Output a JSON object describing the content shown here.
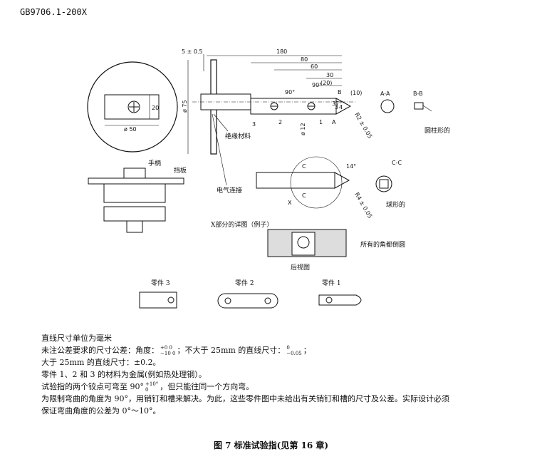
{
  "header": {
    "doc_code": "GB9706.1-200X"
  },
  "drawing": {
    "dim_thickness": "5 ± 0.5",
    "dim_180": "180",
    "dim_80": "80",
    "dim_60": "60",
    "dim_30": "30",
    "dim_20_paren": "(20)",
    "dim_10_paren": "(10)",
    "angle_90_a": "90°",
    "angle_90_b": "90°",
    "dim_phi75": "ø 75",
    "dim_phi50": "ø 50",
    "dim_20": "20",
    "dim_phi12": "ø 12",
    "dim_4": "4",
    "dim_3": "3",
    "radius_2": "R2 ± 0.05",
    "radius_4": "R4 ± 0.05",
    "angle_37": "37°",
    "angle_14": "14°",
    "section_aa": "A-A",
    "section_bb": "B-B",
    "section_cc": "C-C",
    "mark_a": "A",
    "mark_b": "B",
    "mark_c": "C",
    "mark_x": "X",
    "part_num_1": "1",
    "part_num_2": "2",
    "part_num_3": "3",
    "label_insulating": "绝缘材料",
    "label_handle": "手柄",
    "label_guard": "挡板",
    "label_electrical": "电气连接",
    "label_cylindrical": "圆柱形的",
    "label_spherical": "球形的",
    "label_detail_x": "X部分的详图（例子）",
    "label_all_edges": "所有的角都倒圆",
    "label_rear_view": "后视图",
    "label_part3": "零件 3",
    "label_part2": "零件 2",
    "label_part1": "零件 1"
  },
  "notes": {
    "line1": "直线尺寸单位为毫米",
    "line2_a": "未注公差要求的尺寸公差：角度：",
    "line2_ang_top": "+0  0",
    "line2_ang_bot": "−10 0",
    "line2_b": "；不大于 25mm 的直线尺寸：",
    "line2_lin_top": "0",
    "line2_lin_bot": "−0.05",
    "line2_c": "；",
    "line3": "大于 25mm 的直线尺寸：±0.2。",
    "line4": "零件 1、2 和 3 的材料为金属(例如热处理钢）。",
    "line5_a": "试验指的两个铰点可弯至 90°",
    "line5_top": "+10°",
    "line5_bot": "0",
    "line5_b": "，但只能往同一个方向弯。",
    "line6": "为限制弯曲的角度为 90°，用销钉和槽来解决。为此，这些零件图中未给出有关销钉和槽的尺寸及公差。实际设计必须",
    "line7": "保证弯曲角度的公差为 0°～10°。"
  },
  "caption": "图 7   标准试验指(见第 16 章)"
}
